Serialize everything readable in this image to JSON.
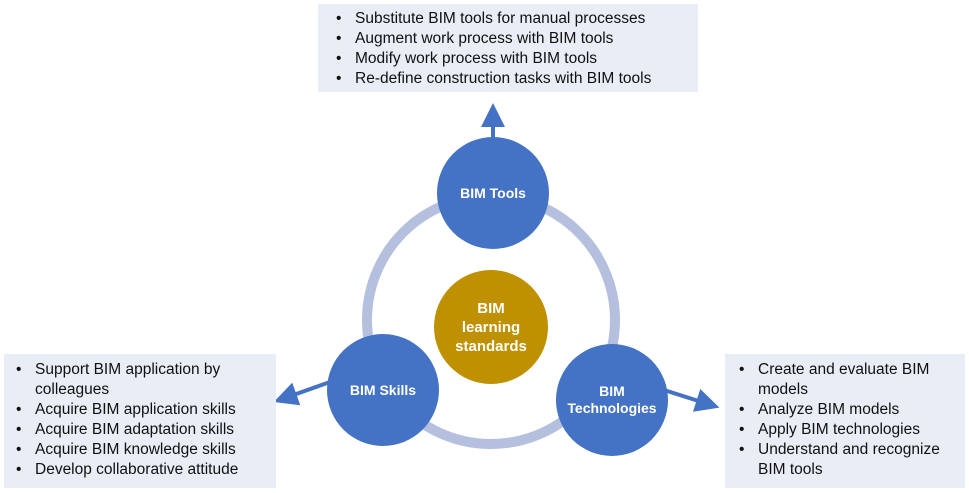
{
  "tools_box": {
    "items": [
      "Substitute BIM tools for manual processes",
      "Augment work process with BIM tools",
      "Modify work process with BIM tools",
      "Re-define construction tasks with BIM tools"
    ]
  },
  "skills_box": {
    "items": [
      "Support BIM application by colleagues",
      "Acquire BIM application skills",
      "Acquire BIM adaptation skills",
      "Acquire BIM knowledge skills",
      "Develop collaborative attitude"
    ]
  },
  "tech_box": {
    "items": [
      "Create and evaluate BIM models",
      "Analyze BIM models",
      "Apply BIM technologies",
      "Understand and recognize BIM tools"
    ]
  },
  "nodes": {
    "tools": "BIM Tools",
    "skills": "BIM Skills",
    "tech_line1": "BIM",
    "tech_line2": "Technologies",
    "center_line1": "BIM",
    "center_line2": "learning",
    "center_line3": "standards"
  },
  "colors": {
    "node_blue": "#4472c4",
    "center_gold": "#bf9000",
    "ring": "#b4c0de",
    "box_bg": "#e9edf6"
  }
}
